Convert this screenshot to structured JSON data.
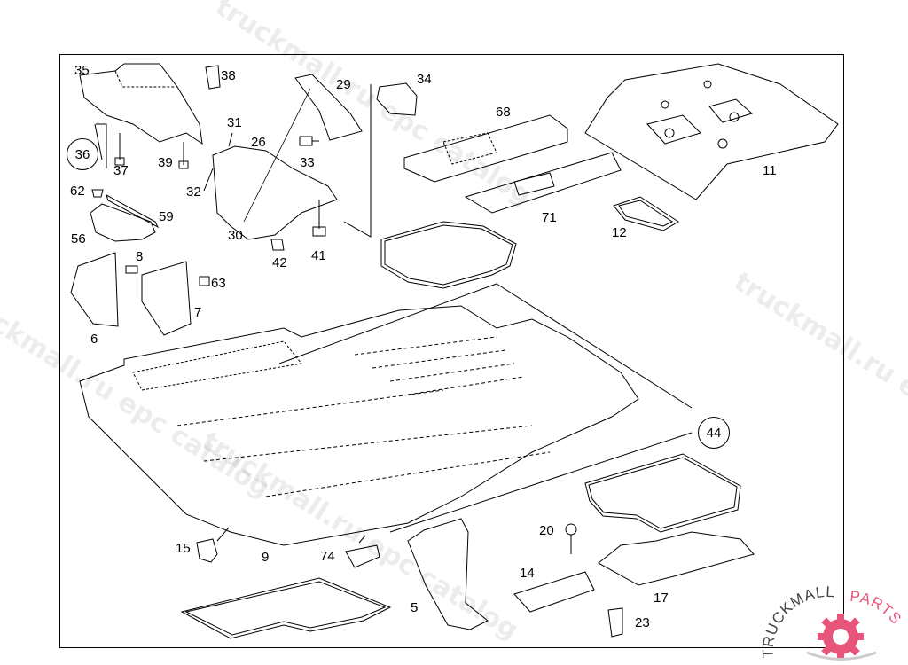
{
  "diagram": {
    "title": "Floor covering and trim parts (exploded view)",
    "callouts": [
      {
        "id": "35",
        "label": "35"
      },
      {
        "id": "38",
        "label": "38"
      },
      {
        "id": "29",
        "label": "29"
      },
      {
        "id": "34",
        "label": "34"
      },
      {
        "id": "68",
        "label": "68"
      },
      {
        "id": "11",
        "label": "11"
      },
      {
        "id": "36",
        "label": "36"
      },
      {
        "id": "37",
        "label": "37"
      },
      {
        "id": "39",
        "label": "39"
      },
      {
        "id": "31",
        "label": "31"
      },
      {
        "id": "26",
        "label": "26"
      },
      {
        "id": "33",
        "label": "33"
      },
      {
        "id": "32",
        "label": "32"
      },
      {
        "id": "62",
        "label": "62"
      },
      {
        "id": "59",
        "label": "59"
      },
      {
        "id": "56",
        "label": "56"
      },
      {
        "id": "30",
        "label": "30"
      },
      {
        "id": "42",
        "label": "42"
      },
      {
        "id": "41",
        "label": "41"
      },
      {
        "id": "71",
        "label": "71"
      },
      {
        "id": "12",
        "label": "12"
      },
      {
        "id": "8",
        "label": "8"
      },
      {
        "id": "63",
        "label": "63"
      },
      {
        "id": "7",
        "label": "7"
      },
      {
        "id": "6",
        "label": "6"
      },
      {
        "id": "44",
        "label": "44"
      },
      {
        "id": "15",
        "label": "15"
      },
      {
        "id": "9",
        "label": "9"
      },
      {
        "id": "74",
        "label": "74"
      },
      {
        "id": "20",
        "label": "20"
      },
      {
        "id": "14",
        "label": "14"
      },
      {
        "id": "17",
        "label": "17"
      },
      {
        "id": "5",
        "label": "5"
      },
      {
        "id": "23",
        "label": "23"
      }
    ]
  },
  "watermarks": [
    "truckmall.ru epc catalog",
    "truckmall.ru epc catalog",
    "truckmall.ru epc catalog",
    "truckmall.ru epc catalog"
  ],
  "logo": {
    "text_left": "TRUCKMALL",
    "text_right": "PARTS",
    "accent_color": "#e8557a"
  }
}
